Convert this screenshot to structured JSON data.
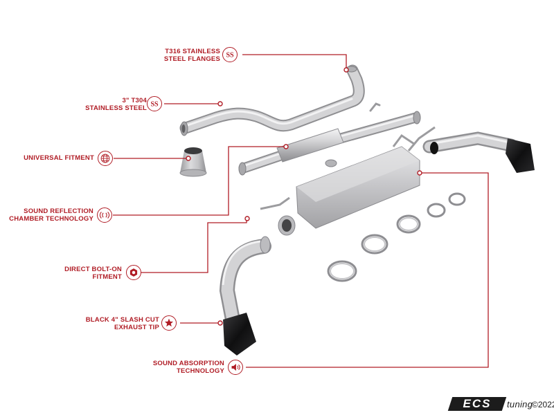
{
  "callouts": [
    {
      "id": "flanges",
      "lines": [
        "T316 STAINLESS",
        "STEEL FLANGES"
      ],
      "icon": "ss-icon"
    },
    {
      "id": "t304",
      "lines": [
        "3\" T304",
        "STAINLESS STEEL"
      ],
      "icon": "ss-icon"
    },
    {
      "id": "universal",
      "lines": [
        "UNIVERSAL FITMENT"
      ],
      "icon": "globe-icon"
    },
    {
      "id": "reflection",
      "lines": [
        "SOUND REFLECTION",
        "CHAMBER TECHNOLOGY"
      ],
      "icon": "sound-reflection-icon"
    },
    {
      "id": "boltOn",
      "lines": [
        "DIRECT BOLT-ON",
        "FITMENT"
      ],
      "icon": "hex-bolt-icon"
    },
    {
      "id": "tip",
      "lines": [
        "BLACK 4\" SLASH CUT",
        "EXHAUST TIP"
      ],
      "icon": "star-icon"
    },
    {
      "id": "absorption",
      "lines": [
        "SOUND ABSORPTION",
        "TECHNOLOGY"
      ],
      "icon": "speaker-icon"
    }
  ],
  "icon_text": {
    "ss": "SS"
  },
  "logo": {
    "brand": "ECS",
    "suffix": "tuning",
    "copyright": "©2022"
  },
  "colors": {
    "accent": "#b01c25",
    "steel": "#c9c9cb",
    "tip": "#121212"
  }
}
